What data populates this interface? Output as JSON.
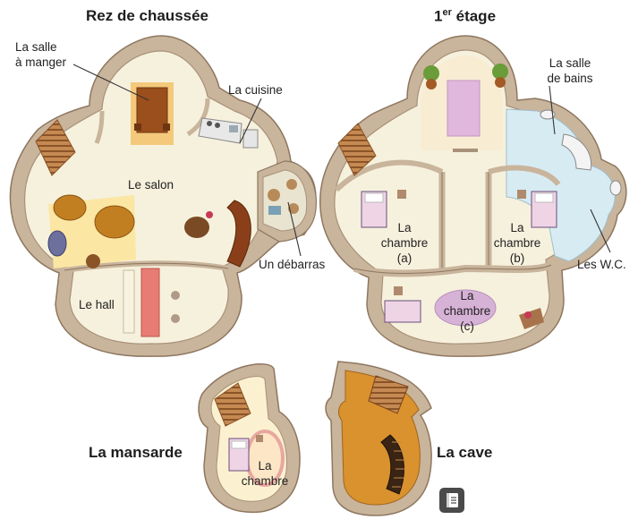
{
  "headings": {
    "ground_floor": "Rez de chaussée",
    "first_floor_number": "1",
    "first_floor_suffix": "er",
    "first_floor_word": "étage",
    "attic": "La mansarde",
    "cellar": "La cave"
  },
  "rooms": {
    "dining_line1": "La salle",
    "dining_line2": "à manger",
    "kitchen": "La cuisine",
    "living": "Le salon",
    "pantry": "Un débarras",
    "hall": "Le hall",
    "bedroom_a_line1": "La",
    "bedroom_a_line2": "chambre",
    "bedroom_a_line3": "(a)",
    "bedroom_b_line1": "La",
    "bedroom_b_line2": "chambre",
    "bedroom_b_line3": "(b)",
    "bedroom_c_line1": "La",
    "bedroom_c_line2": "chambre",
    "bedroom_c_line3": "(c)",
    "bathroom_line1": "La salle",
    "bathroom_line2": "de bains",
    "wc": "Les W.C.",
    "attic_bedroom_line1": "La",
    "attic_bedroom_line2": "chambre"
  },
  "icons": {
    "audio": "audio-notebook-icon"
  },
  "colors": {
    "wall_outer": "#c9b49c",
    "wall_inner": "#a8917a",
    "floor": "#f6f1dd",
    "bathroom_floor": "#d7ebf3",
    "cellar_floor": "#d9922e",
    "furniture_wood": "#a2561f",
    "pink_rug": "#e8a7a0",
    "purple_rug": "#d7b2d7"
  }
}
